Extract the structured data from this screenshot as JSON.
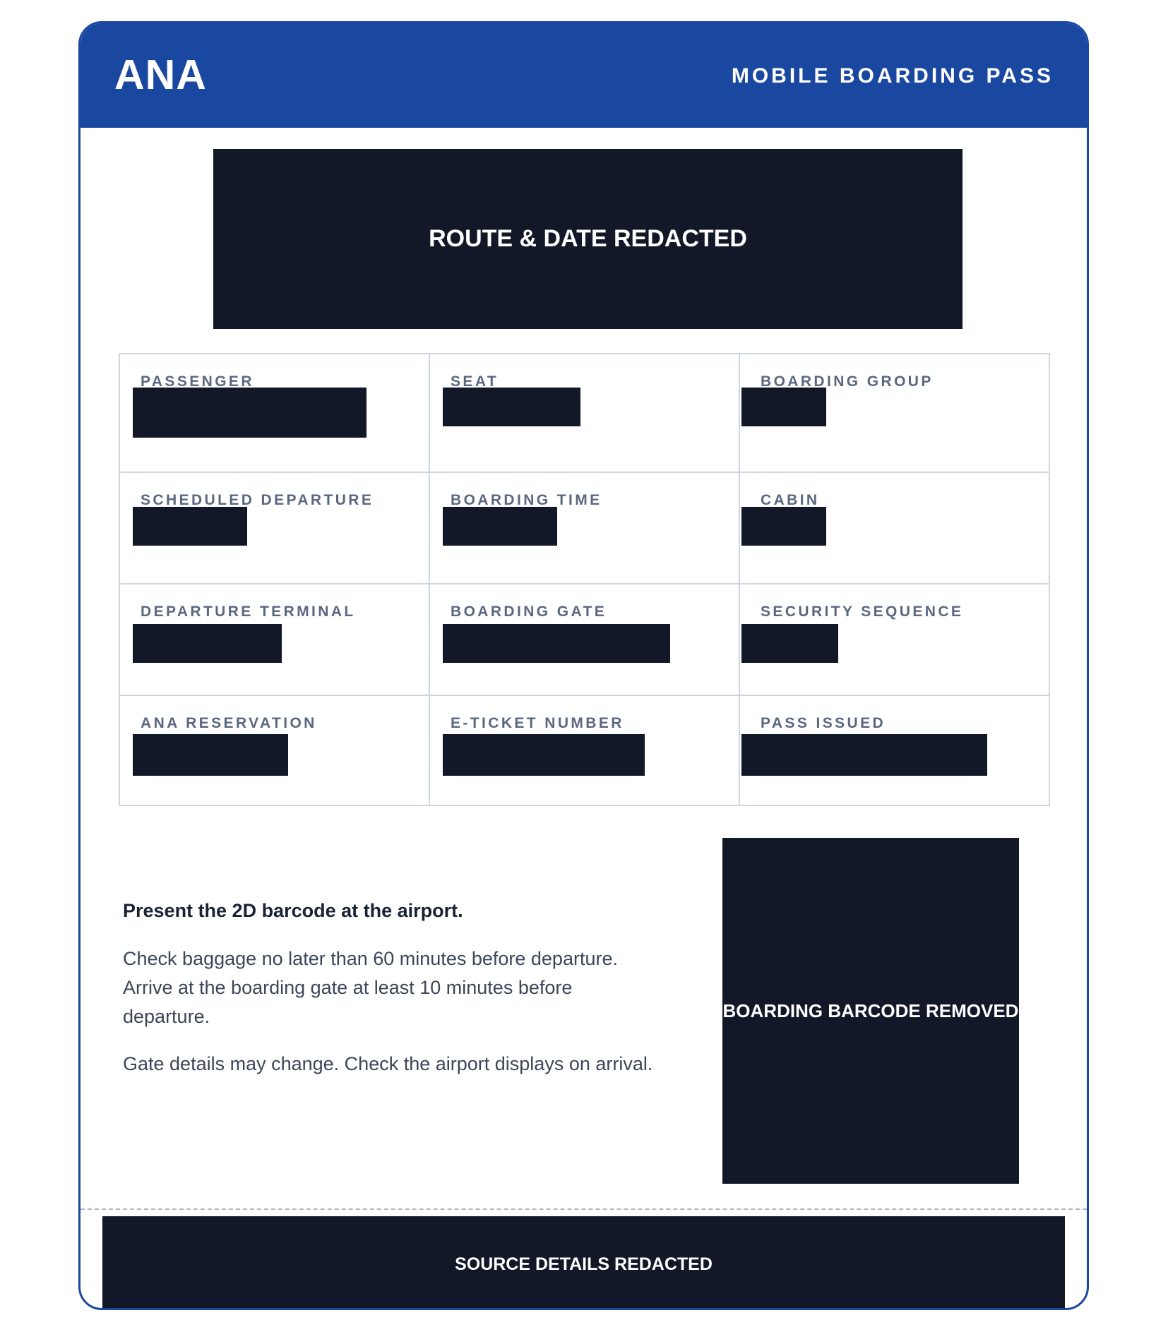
{
  "header": {
    "brand": "ANA",
    "title": "MOBILE BOARDING PASS"
  },
  "route_redaction": "ROUTE & DATE REDACTED",
  "fields": [
    {
      "label": "PASSENGER"
    },
    {
      "label": "SEAT"
    },
    {
      "label": "BOARDING GROUP"
    },
    {
      "label": "SCHEDULED DEPARTURE"
    },
    {
      "label": "BOARDING TIME"
    },
    {
      "label": "CABIN"
    },
    {
      "label": "DEPARTURE TERMINAL"
    },
    {
      "label": "BOARDING GATE"
    },
    {
      "label": "SECURITY SEQUENCE"
    },
    {
      "label": "ANA RESERVATION"
    },
    {
      "label": "E-TICKET NUMBER"
    },
    {
      "label": "PASS ISSUED"
    }
  ],
  "info": {
    "heading": "Present the 2D barcode at the airport.",
    "paragraphs": [
      "Check baggage no later than 60 minutes before departure. Arrive at the boarding gate at least 10 minutes before departure.",
      "Gate details may change. Check the airport displays on arrival."
    ]
  },
  "barcode_redaction": "BOARDING BARCODE REMOVED",
  "source_redaction": "SOURCE DETAILS REDACTED",
  "colors": {
    "brand_blue": "#1a47a0",
    "redaction": "#121827",
    "label_gray": "#5a6780"
  }
}
